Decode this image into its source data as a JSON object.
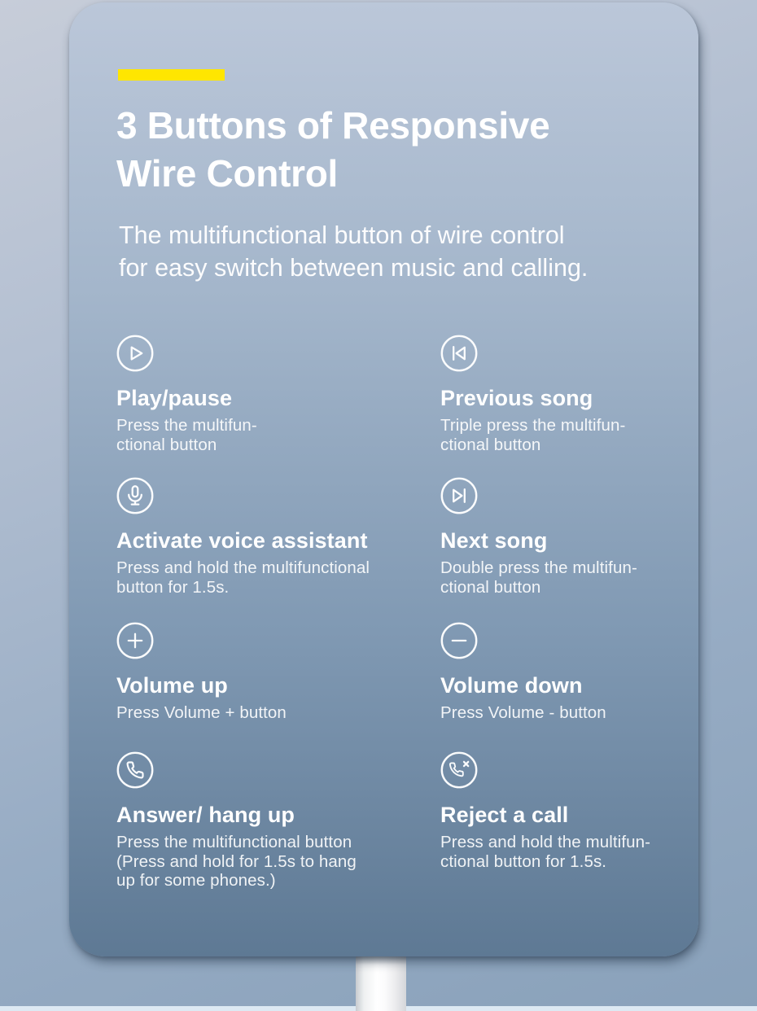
{
  "card": {
    "title_lines": [
      "3 Buttons of Responsive",
      "Wire Control"
    ],
    "subtitle_lines": [
      "The multifunctional button of wire control",
      "for easy switch between music and calling."
    ]
  },
  "features": [
    {
      "icon": "play-pause-icon",
      "title": "Play/pause",
      "lines": [
        "Press the multifun-",
        "ctional button"
      ]
    },
    {
      "icon": "previous-song-icon",
      "title": "Previous song",
      "lines": [
        "Triple press the multifun-",
        "ctional button"
      ]
    },
    {
      "icon": "voice-assistant-mic-icon",
      "title": "Activate voice assistant",
      "lines": [
        "Press and hold the multifunctional",
        "button for 1.5s."
      ]
    },
    {
      "icon": "next-song-icon",
      "title": "Next song",
      "lines": [
        "Double press the multifun-",
        "ctional button"
      ]
    },
    {
      "icon": "volume-up-icon",
      "title": "Volume up",
      "lines": [
        "Press Volume + button"
      ]
    },
    {
      "icon": "volume-down-icon",
      "title": "Volume down",
      "lines": [
        "Press Volume - button"
      ]
    },
    {
      "icon": "answer-call-icon",
      "title": "Answer/ hang up",
      "lines": [
        "Press the multifunctional button",
        "(Press and hold  for 1.5s to hang",
        "up for some phones.)"
      ]
    },
    {
      "icon": "reject-call-icon",
      "title": "Reject a call",
      "lines": [
        "Press and hold the multifun-",
        "ctional button for 1.5s."
      ]
    }
  ],
  "colors": {
    "accent_bar": "#ffe600",
    "card_gradient_top": "#bbc7d9",
    "card_gradient_bottom": "#5e7994",
    "background_top": "#c7cdd9",
    "background_bottom": "#89a1ba",
    "text": "#ffffff"
  }
}
